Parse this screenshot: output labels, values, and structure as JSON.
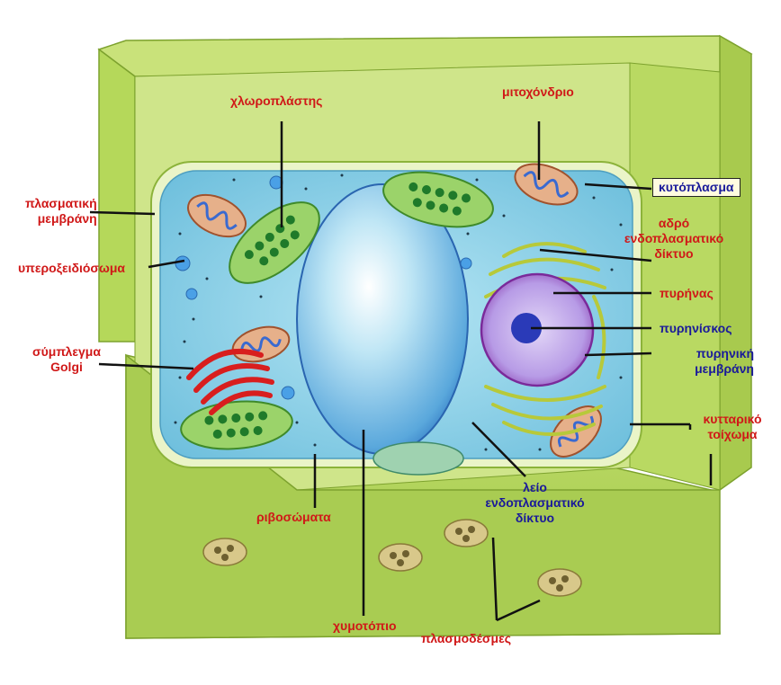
{
  "labels": {
    "chloroplast": "χλωροπλάστης",
    "mitochondrion": "μιτοχόνδριο",
    "cytoplasm": "κυτόπλασμα",
    "plasma_membrane": [
      "πλασματική",
      "μεμβράνη"
    ],
    "peroxisome": "υπεροξειδιόσωμα",
    "rough_er": [
      "αδρό",
      "ενδοπλασματικό",
      "δίκτυο"
    ],
    "nucleus": "πυρήνας",
    "nucleolus": "πυρηνίσκος",
    "nuclear_membrane": [
      "πυρηνική",
      "μεμβράνη"
    ],
    "golgi": [
      "σύμπλεγμα",
      "Golgi"
    ],
    "cell_wall": [
      "κυτταρικό",
      "τοίχωμα"
    ],
    "smooth_er": [
      "λείο",
      "ενδοπλασματικό",
      "δίκτυο"
    ],
    "ribosomes": "ριβοσώματα",
    "vacuole": "χυμοτόπιο",
    "plasmodesmata": "πλασμοδέσμες"
  },
  "colors": {
    "cell_wall": "#b5d85a",
    "cell_wall_dark": "#8cb33a",
    "cytoplasm": "#8fd0e6",
    "vacuole": "#4a9fd8",
    "label_red": "#d01818",
    "label_blue": "#1a1a9a"
  }
}
